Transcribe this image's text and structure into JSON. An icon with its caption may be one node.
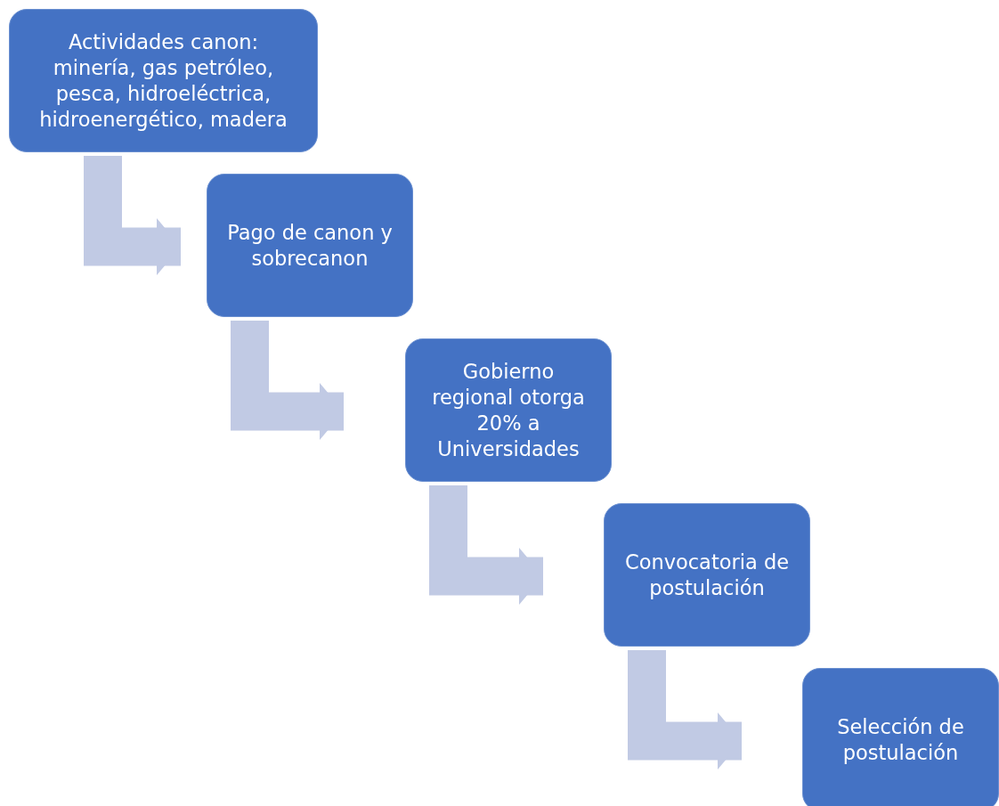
{
  "diagram": {
    "nodes": [
      {
        "text": [
          "Actividades canon: minería, gas petróleo, pesca, hidroeléctrica, hidroenergético, madera"
        ]
      },
      {
        "text": [
          "Pago de canon y sobrecanon"
        ]
      },
      {
        "text": [
          "Gobierno regional otorga 20% a Universidades"
        ]
      },
      {
        "text": [
          "Convocatoria de postulación"
        ]
      },
      {
        "text": [
          "Selección de postulación"
        ]
      }
    ],
    "edges": [
      {
        "from": 0,
        "to": 1,
        "arrow": "to"
      },
      {
        "from": 1,
        "to": 2,
        "arrow": "to"
      },
      {
        "from": 2,
        "to": 3,
        "arrow": "to"
      },
      {
        "from": 3,
        "to": 4,
        "arrow": "to"
      }
    ]
  }
}
